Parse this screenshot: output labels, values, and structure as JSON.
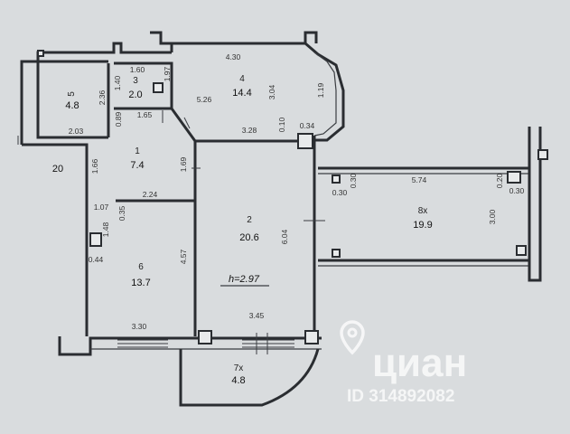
{
  "rooms": [
    {
      "id": "r1",
      "label": "1",
      "area": "7.4"
    },
    {
      "id": "r2",
      "label": "2",
      "area": "20.6"
    },
    {
      "id": "r3",
      "label": "3",
      "area": "2.0"
    },
    {
      "id": "r4",
      "label": "4",
      "area": "14.4"
    },
    {
      "id": "r5",
      "label": "5",
      "area": "4.8"
    },
    {
      "id": "r6",
      "label": "6",
      "area": "13.7"
    },
    {
      "id": "r7",
      "label": "7х",
      "area": "4.8"
    },
    {
      "id": "r8",
      "label": "8х",
      "area": "19.9"
    }
  ],
  "dimensions": {
    "d_430": "4.30",
    "d_526": "5.26",
    "d_304": "3.04",
    "d_119": "1.19",
    "d_197": "1.97",
    "d_160": "1.60",
    "d_140": "1.40",
    "d_236": "2.36",
    "d_089": "0.89",
    "d_165": "1.65",
    "d_203": "2.03",
    "d_328": "3.28",
    "d_010": "0.10",
    "d_034": "0.34",
    "d_166": "1.66",
    "d_169": "1.69",
    "d_224": "2.24",
    "d_107": "1.07",
    "d_035": "0.35",
    "d_148": "1.48",
    "d_044": "0.44",
    "d_457": "4.57",
    "d_604": "6.04",
    "d_330": "3.30",
    "d_345": "3.45",
    "d_030a": "0.30",
    "d_030b": "0.30",
    "d_574": "5.74",
    "d_020": "0.20",
    "d_030c": "0.30",
    "d_300": "3.00"
  },
  "side_label": "20",
  "ceiling_height": "h=2.97",
  "watermark": {
    "brand": "циан",
    "id_text": "ID 314892082"
  },
  "colors": {
    "paper": "#d9dcde",
    "ink": "#2a2d31"
  }
}
